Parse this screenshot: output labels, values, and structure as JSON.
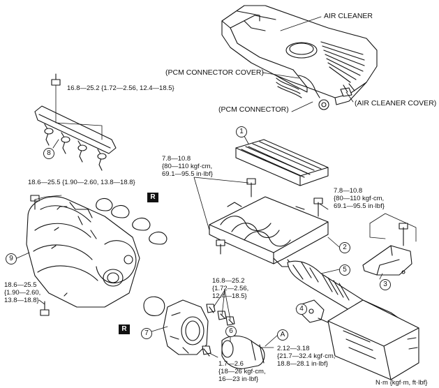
{
  "labels": {
    "air_cleaner": "AIR CLEANER",
    "pcm_connector_cover": "(PCM CONNECTOR COVER)",
    "pcm_connector": "(PCM CONNECTOR)",
    "air_cleaner_cover": "(AIR CLEANER COVER)",
    "units": "N·m {kgf·m, ft·lbf}"
  },
  "torques": {
    "fuel_rail": "16.8—25.2 {1.72—2.56, 12.4—18.5}",
    "air_cleaner_left": "7.8—10.8\n{80—110 kgf·cm,\n69.1—95.5 in·lbf}",
    "air_cleaner_right": "7.8—10.8\n{80—110 kgf·cm,\n69.1—95.5 in·lbf}",
    "intake_manifold_top": "18.6—25.5 {1.90—2.60, 13.8—18.8}",
    "intake_manifold_bottom": "18.6—25.5\n{1.90—2.60,\n13.8—18.8}",
    "throttle_body": "16.8—25.2\n{1.72—2.56,\n12.4—18.5}",
    "hose_clamp_small": "1.7—2.6\n{18—26 kgf·cm,\n16—23 in·lbf}",
    "hose_clamp_large": "2.12—3.18\n{21.7—32.4 kgf·cm,\n18.8—28.1 in·lbf}"
  },
  "callouts": {
    "c1": "1",
    "c2": "2",
    "c3": "3",
    "c4": "4",
    "c5": "5",
    "c6": "6",
    "c7": "7",
    "c8": "8",
    "c9": "9",
    "cA": "A"
  },
  "replace_marks": {
    "r1": "R",
    "r2": "R"
  }
}
